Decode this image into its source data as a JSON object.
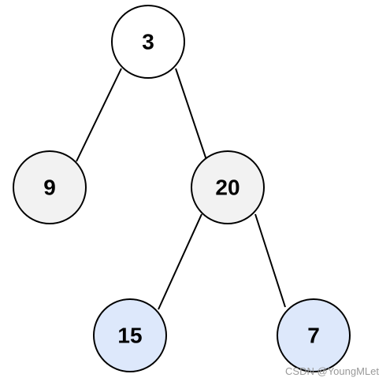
{
  "tree": {
    "nodes": [
      {
        "id": "n3",
        "label": "3",
        "fill": "#ffffff"
      },
      {
        "id": "n9",
        "label": "9",
        "fill": "#f2f2f2"
      },
      {
        "id": "n20",
        "label": "20",
        "fill": "#f2f2f2"
      },
      {
        "id": "n15",
        "label": "15",
        "fill": "#dde8fb"
      },
      {
        "id": "n7",
        "label": "7",
        "fill": "#dde8fb"
      }
    ],
    "edges": [
      {
        "from": "n3",
        "to": "n9"
      },
      {
        "from": "n3",
        "to": "n20"
      },
      {
        "from": "n20",
        "to": "n15"
      },
      {
        "from": "n20",
        "to": "n7"
      }
    ]
  },
  "watermark": "CSDN @YoungMLet"
}
